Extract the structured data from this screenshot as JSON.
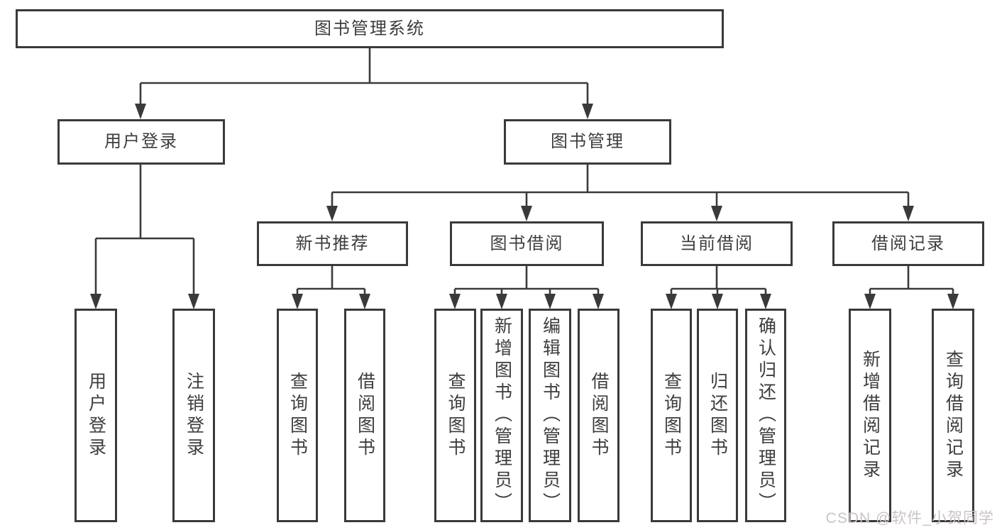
{
  "tree": {
    "root": {
      "label": "图书管理系统"
    },
    "branches": [
      {
        "label": "用户登录",
        "leaves": [
          {
            "label": "用户登录"
          },
          {
            "label": "注销登录"
          }
        ]
      },
      {
        "label": "图书管理",
        "groups": [
          {
            "label": "新书推荐",
            "leaves": [
              {
                "label": "查询图书"
              },
              {
                "label": "借阅图书"
              }
            ]
          },
          {
            "label": "图书借阅",
            "leaves": [
              {
                "label": "查询图书"
              },
              {
                "label": "新增图书（管理员）"
              },
              {
                "label": "编辑图书（管理员）"
              },
              {
                "label": "借阅图书"
              }
            ]
          },
          {
            "label": "当前借阅",
            "leaves": [
              {
                "label": "查询图书"
              },
              {
                "label": "归还图书"
              },
              {
                "label": "确认归还（管理员）"
              }
            ]
          },
          {
            "label": "借阅记录",
            "leaves": [
              {
                "label": "新增借阅记录"
              },
              {
                "label": "查询借阅记录"
              }
            ]
          }
        ]
      }
    ]
  },
  "watermark": {
    "text": "CSDN @软件_小贺同学"
  },
  "colors": {
    "line": "#3a3a3a",
    "text": "#3d3d3d",
    "box_background": "#ffffff",
    "page_background": "#ffffff",
    "watermark": "#cac3c6"
  }
}
